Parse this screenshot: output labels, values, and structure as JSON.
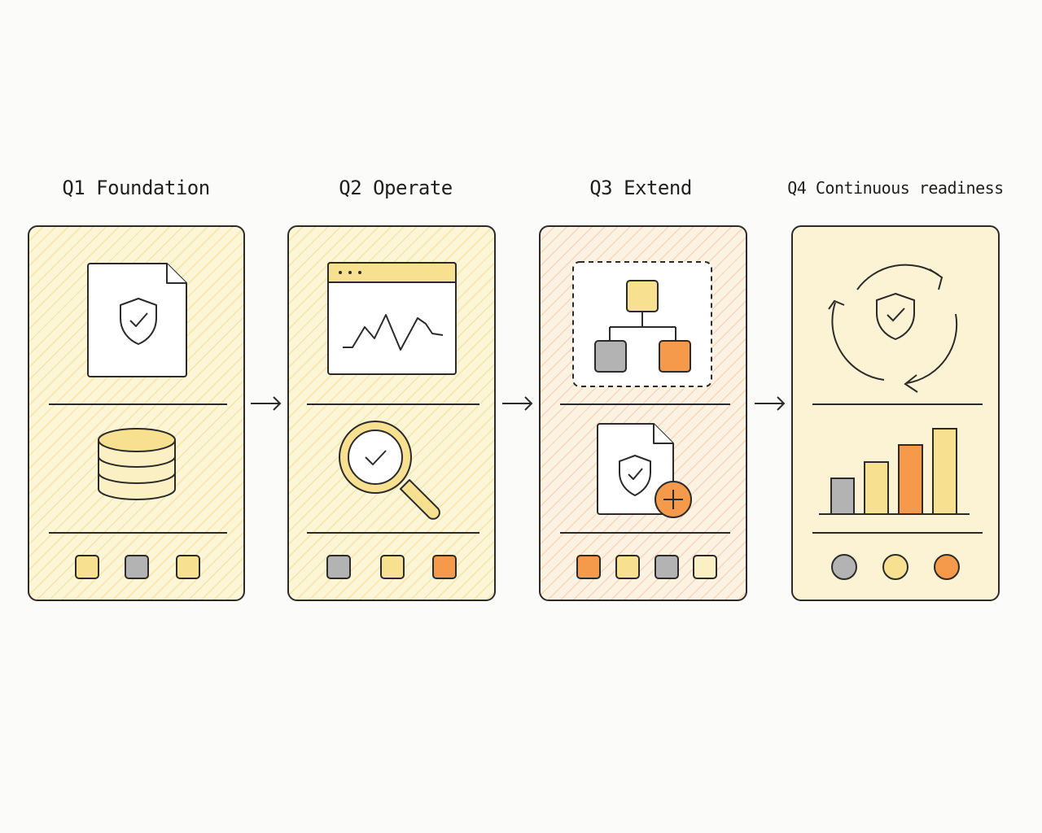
{
  "stages": [
    {
      "title": "Q1 Foundation"
    },
    {
      "title": "Q2 Operate"
    },
    {
      "title": "Q3 Extend"
    },
    {
      "title": "Q4 Continuous readiness"
    }
  ],
  "colors": {
    "yellow": "#f7e190",
    "gray": "#b3b3b3",
    "orange": "#f49a4a",
    "cream": "#fbf0c4",
    "outline": "#2b2b2b"
  }
}
